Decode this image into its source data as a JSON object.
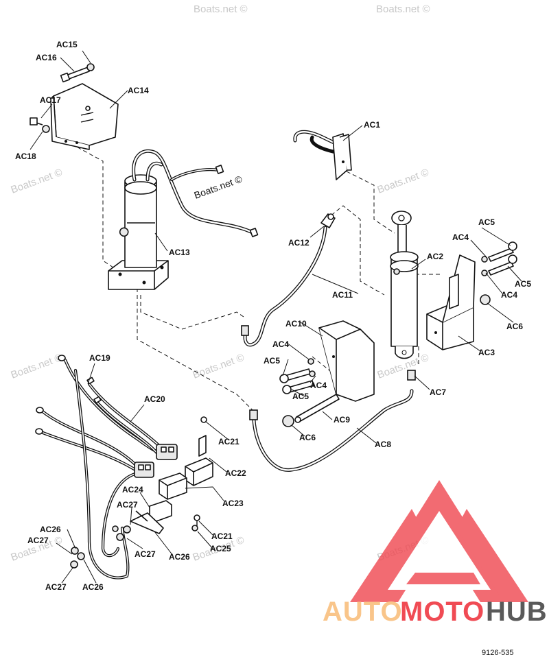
{
  "labels": {
    "ac1": "AC1",
    "ac2": "AC2",
    "ac3": "AC3",
    "ac4a": "AC4",
    "ac4b": "AC4",
    "ac4c": "AC4",
    "ac4d": "AC4",
    "ac5a": "AC5",
    "ac5b": "AC5",
    "ac5c": "AC5",
    "ac5d": "AC5",
    "ac6a": "AC6",
    "ac6b": "AC6",
    "ac7": "AC7",
    "ac8": "AC8",
    "ac9": "AC9",
    "ac10": "AC10",
    "ac11": "AC11",
    "ac12": "AC12",
    "ac13": "AC13",
    "ac14": "AC14",
    "ac15": "AC15",
    "ac16": "AC16",
    "ac17": "AC17",
    "ac18": "AC18",
    "ac19": "AC19",
    "ac20": "AC20",
    "ac21a": "AC21",
    "ac21b": "AC21",
    "ac22": "AC22",
    "ac23": "AC23",
    "ac24": "AC24",
    "ac25": "AC25",
    "ac26a": "AC26",
    "ac26b": "AC26",
    "ac26c": "AC26",
    "ac27a": "AC27",
    "ac27b": "AC27",
    "ac27c": "AC27",
    "ac27d": "AC27"
  },
  "watermark": "Boats.net ©",
  "drawing_code": "9126-535",
  "logo": {
    "part1": "AUTO",
    "part2": "MOTO",
    "part3": "HUB",
    "color_primary": "#f04b54",
    "color_secondary": "#f9c58a",
    "color_dark": "#5a5a5a"
  }
}
